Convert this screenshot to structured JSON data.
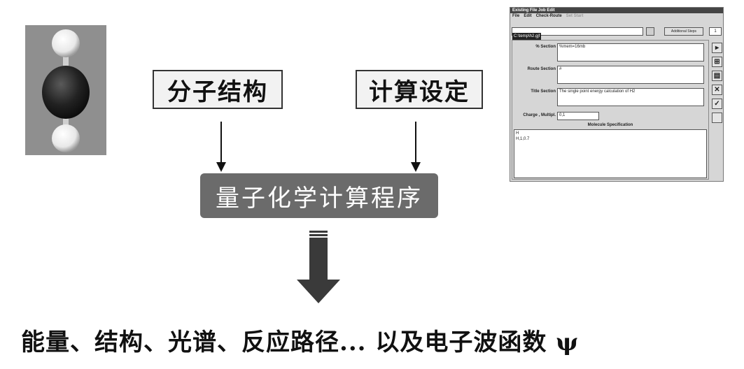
{
  "diagram": {
    "structure_label": "分子结构",
    "settings_label": "计算设定",
    "program_label": "量子化学计算程序",
    "result_text": "能量、结构、光谱、反应路径... 以及电子波函数 ψ"
  },
  "job_window": {
    "title": "Existing File Job Edit",
    "menu": [
      "File",
      "Edit",
      "Check-Route",
      "Set Start"
    ],
    "filename": "C:\\temp\\h2.gjf",
    "additional_steps_label": "Additional Steps",
    "steps_count": "1",
    "sections": {
      "link0_label": "% Section",
      "link0_value": "%mem=16mb",
      "route_label": "Route Section",
      "route_value": "#",
      "title_label": "Title Section",
      "title_value": "The single point energy calculation of H2",
      "charge_label": "Charge , Multipl.",
      "charge_value": "0,1"
    },
    "molecule_spec_label": "Molecule Specification",
    "molecule_spec_lines": [
      "H",
      "H,1,0.7"
    ],
    "side_icons": [
      "run-icon",
      "add-icon",
      "paste-icon",
      "cancel-icon",
      "ok-icon",
      "blank-icon"
    ]
  },
  "colors": {
    "program_box_bg": "#6b6b6b",
    "arrow": "#3a3a3a",
    "hydrogen": "#f4f4f4",
    "carbon": "#1f1f1f"
  }
}
